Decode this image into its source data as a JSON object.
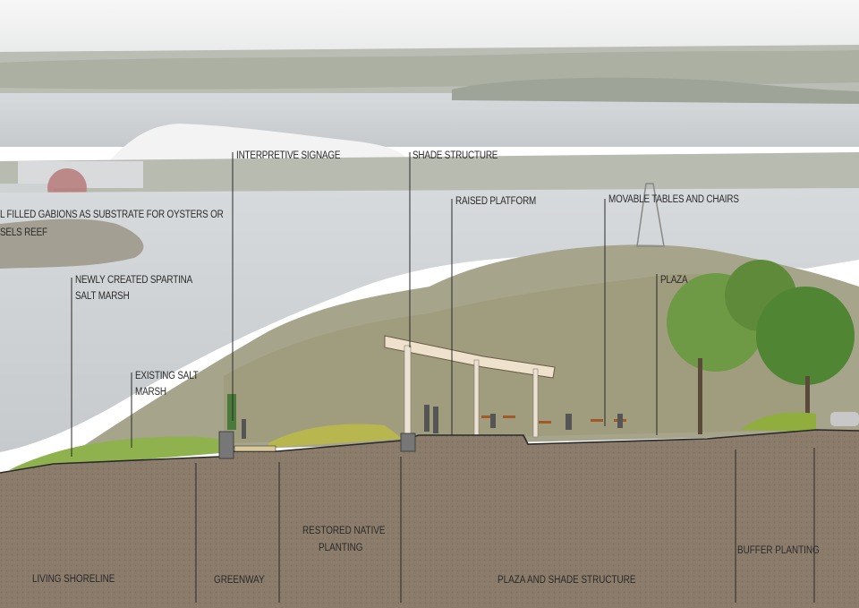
{
  "callouts": {
    "interpretive_signage": "INTERPRETIVE SIGNAGE",
    "shade_structure": "SHADE STRUCTURE",
    "gabions_line1": "L FILLED GABIONS AS SUBSTRATE FOR OYSTERS OR",
    "gabions_line2": "SELS REEF",
    "raised_platform": "RAISED PLATFORM",
    "movable_tables": "MOVABLE TABLES AND CHAIRS",
    "spartina_line1": "NEWLY CREATED SPARTINA",
    "spartina_line2": "SALT MARSH",
    "plaza": "PLAZA",
    "existing_line1": "EXISTING SALT",
    "existing_line2": "MARSH"
  },
  "zones": {
    "living_shoreline": "LIVING SHORELINE",
    "greenway": "GREENWAY",
    "restored_line1": "RESTORED NATIVE",
    "restored_line2": "PLANTING",
    "plaza_shade": "PLAZA AND SHADE STRUCTURE",
    "buffer_planting": "BUFFER PLANTING"
  },
  "colors": {
    "soil": "#8a7b6a",
    "water": "#cfd3d6",
    "sky": "#f4f4f4",
    "marsh": "#9bb35a",
    "tree": "#5f8f3a",
    "shade_beam": "#e8dcc8"
  }
}
